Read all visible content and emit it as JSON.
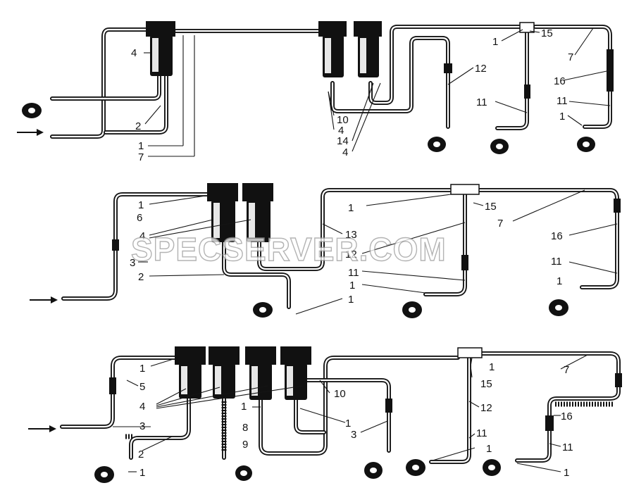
{
  "watermark": "SPECSERVER.COM",
  "diagrams": [
    {
      "id": "top",
      "labels": [
        "4",
        "2",
        "1",
        "7",
        "10",
        "4",
        "14",
        "4",
        "1",
        "15",
        "12",
        "7",
        "16",
        "11",
        "11",
        "1"
      ]
    },
    {
      "id": "middle",
      "labels": [
        "1",
        "6",
        "4",
        "3",
        "2",
        "1",
        "13",
        "12",
        "15",
        "7",
        "16",
        "11",
        "1",
        "1",
        "11",
        "1"
      ]
    },
    {
      "id": "bottom",
      "labels": [
        "1",
        "5",
        "4",
        "3",
        "2",
        "1",
        "1",
        "8",
        "9",
        "10",
        "1",
        "3",
        "1",
        "15",
        "12",
        "11",
        "1",
        "7",
        "16",
        "11",
        "1"
      ]
    }
  ],
  "colors": {
    "line": "#151515",
    "background": "#ffffff",
    "watermark_stroke": "#9a9a9a"
  },
  "icons": [
    "arrow-right-icon",
    "pressure-gauge-icon",
    "filter-housing-icon"
  ]
}
